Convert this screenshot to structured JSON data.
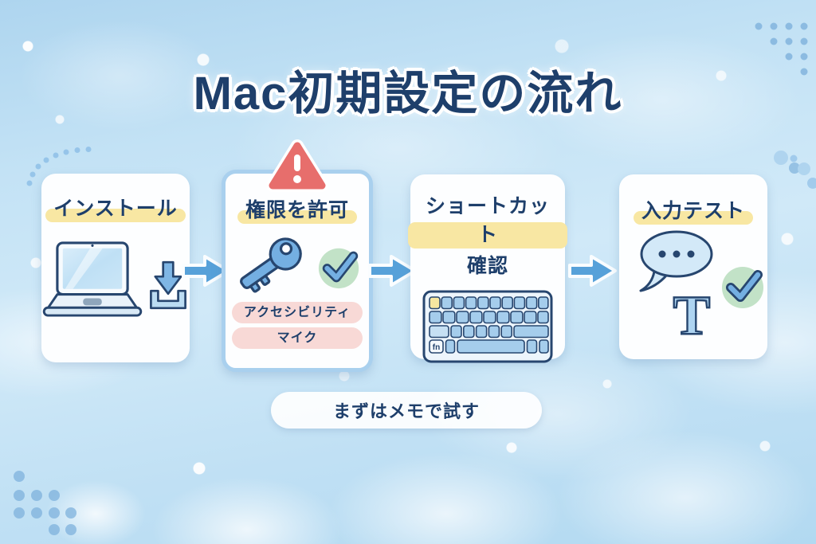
{
  "title": "Mac初期設定の流れ",
  "steps": [
    {
      "id": "install",
      "label": "インストール",
      "icon": "laptop-download"
    },
    {
      "id": "permissions",
      "label": "権限を許可",
      "icon": "key-check",
      "warning": true,
      "tags": [
        "アクセシビリティ",
        "マイク"
      ]
    },
    {
      "id": "shortcut-check",
      "label_line1": "ショートカット",
      "label_line2": "確認",
      "icon": "keyboard",
      "fn_key": "fn"
    },
    {
      "id": "input-test",
      "label": "入力テスト",
      "icon": "chat-text-check",
      "t_glyph": "T"
    }
  ],
  "footer_note": "まずはメモで試す",
  "colors": {
    "navy_text": "#1e3f6b",
    "title_highlight": "#f8e7a3",
    "arrow_blue": "#57a1d9",
    "card_bg": "#fdfeff",
    "card2_border": "#a9d0ee",
    "warning_red": "#e76e6c",
    "tag_pink": "#f8d9d6",
    "icon_blue": "#74afe2",
    "key_light_blue": "#a5cdec",
    "check_green_bg": "#c2e2c7",
    "fn_key_yellow": "#f5e6a0",
    "sky_blue": "#b2d9f1",
    "dot_blue": "#7fb2dd"
  }
}
